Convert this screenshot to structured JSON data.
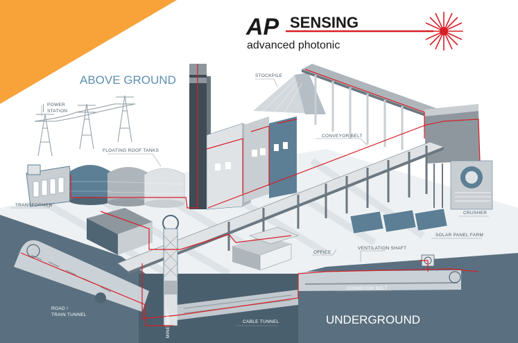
{
  "logo": {
    "text_main": "AP",
    "text_brand": "SENSING",
    "tagline": "advanced photonic"
  },
  "labels": {
    "above_ground": "ABOVE GROUND",
    "underground": "UNDERGROUND",
    "power_station": [
      "POWER",
      "STATION"
    ],
    "floating_roof_tanks": "FLOATING ROOF TANKS",
    "transformer": "TRANSFORMER",
    "stockpile": "STOCKPILE",
    "conveyor_belt_top": "CONVEYOR BELT",
    "crusher": "CRUSHER",
    "solar_panel_farm": "SOLAR PANEL FARM",
    "ventilation_shaft": "VENTILATION SHAFT",
    "office": "OFFICE",
    "conveyor_belt_bottom": "CONVEYOR BELT",
    "road_train_tunnel": [
      "ROAD /",
      "TRAIN TUNNEL"
    ],
    "cable_tunnel": "CABLE TUNNEL",
    "mine_shaft": "MINE SHAFT"
  },
  "colors": {
    "orange": "#f7a33a",
    "sensing_red": "#d61f26",
    "steel_blue": "#5c7f96",
    "dark_slate": "#4f6574",
    "grey": "#c9ced2",
    "text_blue": "#5f8fb0",
    "ground": "#5a7080"
  }
}
